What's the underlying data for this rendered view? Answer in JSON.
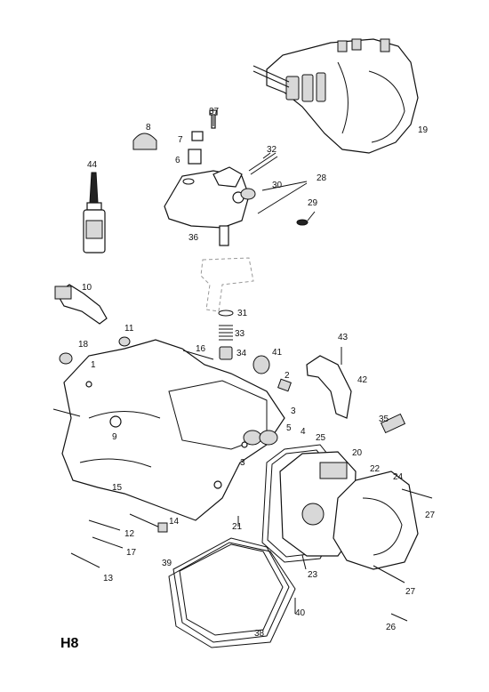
{
  "sheet_code": "H8",
  "callouts": [
    {
      "id": "c1",
      "text": "1"
    },
    {
      "id": "c2",
      "text": "2"
    },
    {
      "id": "c3a",
      "text": "3"
    },
    {
      "id": "c3b",
      "text": "3"
    },
    {
      "id": "c4",
      "text": "4"
    },
    {
      "id": "c5",
      "text": "5"
    },
    {
      "id": "c6",
      "text": "6"
    },
    {
      "id": "c7",
      "text": "7"
    },
    {
      "id": "c8",
      "text": "8"
    },
    {
      "id": "c9",
      "text": "9"
    },
    {
      "id": "c10",
      "text": "10"
    },
    {
      "id": "c11",
      "text": "11"
    },
    {
      "id": "c12",
      "text": "12"
    },
    {
      "id": "c13",
      "text": "13"
    },
    {
      "id": "c14",
      "text": "14"
    },
    {
      "id": "c15",
      "text": "15"
    },
    {
      "id": "c16",
      "text": "16"
    },
    {
      "id": "c17",
      "text": "17"
    },
    {
      "id": "c18",
      "text": "18"
    },
    {
      "id": "c19",
      "text": "19"
    },
    {
      "id": "c20",
      "text": "20"
    },
    {
      "id": "c21",
      "text": "21"
    },
    {
      "id": "c22",
      "text": "22"
    },
    {
      "id": "c23",
      "text": "23"
    },
    {
      "id": "c24",
      "text": "24"
    },
    {
      "id": "c25",
      "text": "25"
    },
    {
      "id": "c26",
      "text": "26"
    },
    {
      "id": "c27a",
      "text": "27"
    },
    {
      "id": "c27b",
      "text": "27"
    },
    {
      "id": "c28",
      "text": "28"
    },
    {
      "id": "c29",
      "text": "29"
    },
    {
      "id": "c30",
      "text": "30"
    },
    {
      "id": "c31",
      "text": "31"
    },
    {
      "id": "c32",
      "text": "32"
    },
    {
      "id": "c33",
      "text": "33"
    },
    {
      "id": "c34",
      "text": "34"
    },
    {
      "id": "c35",
      "text": "35"
    },
    {
      "id": "c36",
      "text": "36"
    },
    {
      "id": "c37",
      "text": "37"
    },
    {
      "id": "c38",
      "text": "38"
    },
    {
      "id": "c39",
      "text": "39"
    },
    {
      "id": "c40",
      "text": "40"
    },
    {
      "id": "c41",
      "text": "41"
    },
    {
      "id": "c42",
      "text": "42"
    },
    {
      "id": "c43",
      "text": "43"
    },
    {
      "id": "c44",
      "text": "44"
    }
  ]
}
